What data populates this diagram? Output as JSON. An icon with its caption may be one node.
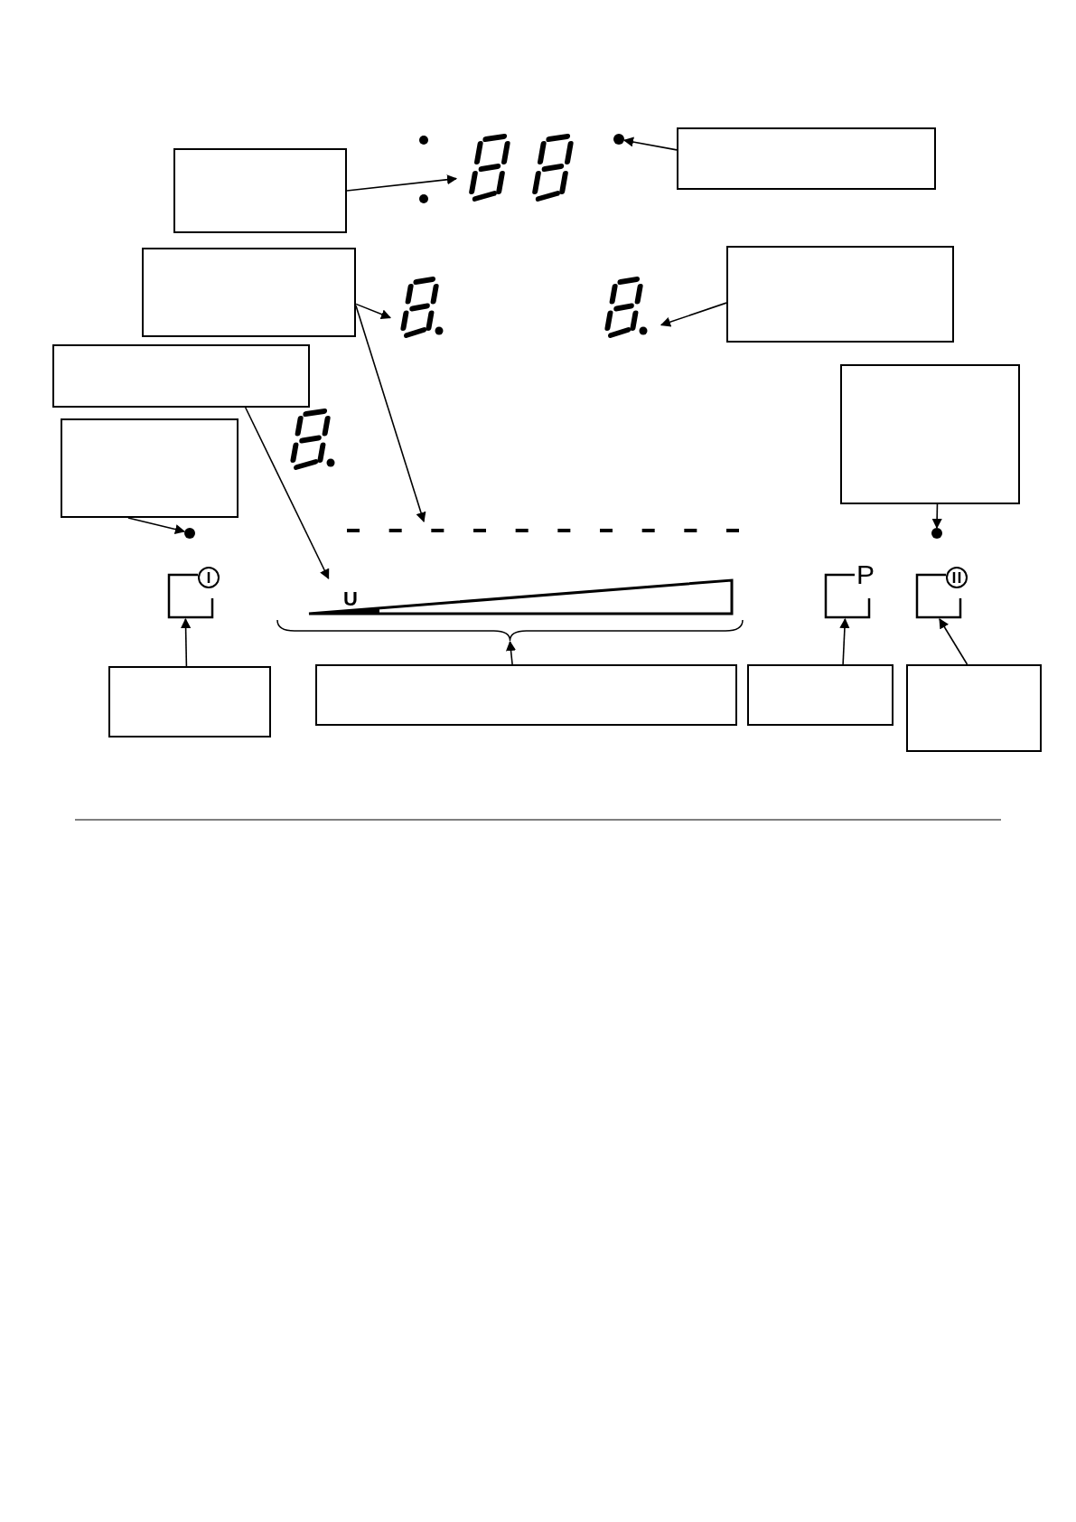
{
  "diagram": {
    "nodes": [
      {
        "text": [],
        "shape": "display"
      },
      {
        "text": [],
        "shape": "circle"
      },
      {
        "text": [],
        "shape": "box"
      },
      {
        "text": [],
        "shape": "box"
      },
      {
        "text": [],
        "shape": "box"
      },
      {
        "text": [],
        "shape": "box"
      },
      {
        "text": [],
        "shape": "display"
      },
      {
        "text": [],
        "shape": "display"
      },
      {
        "text": [],
        "shape": "box"
      },
      {
        "text": [],
        "shape": "box"
      },
      {
        "text": [],
        "shape": "box"
      },
      {
        "text": [],
        "shape": "line"
      },
      {
        "text": [],
        "shape": "circle"
      },
      {
        "text": [],
        "shape": "circle"
      },
      {
        "text": [],
        "shape": "button"
      },
      {
        "text": [],
        "shape": "triangle"
      },
      {
        "text": [],
        "shape": "brace"
      },
      {
        "text": [
          "P"
        ]
      },
      {
        "text": [],
        "shape": "button"
      },
      {
        "text": [],
        "shape": "box"
      },
      {
        "text": [],
        "shape": "box"
      },
      {
        "text": [],
        "shape": "box"
      },
      {
        "text": [],
        "shape": "box"
      }
    ],
    "edges": [
      {
        "from": 3,
        "to": 0,
        "arrow": "to"
      },
      {
        "from": 2,
        "to": 1,
        "arrow": "to"
      },
      {
        "from": 4,
        "to": 6,
        "arrow": "to"
      },
      {
        "from": 4,
        "to": 11,
        "arrow": "to"
      },
      {
        "from": 5,
        "to": 7,
        "arrow": "to"
      },
      {
        "from": 8,
        "to": 15,
        "arrow": "to"
      },
      {
        "from": 10,
        "to": 12,
        "arrow": "to"
      },
      {
        "from": 9,
        "to": 13,
        "arrow": "to"
      },
      {
        "from": 19,
        "to": 14,
        "arrow": "to"
      },
      {
        "from": 20,
        "to": 16,
        "arrow": "to"
      },
      {
        "from": 21,
        "to": 17,
        "arrow": "to"
      },
      {
        "from": 22,
        "to": 18,
        "arrow": "to"
      }
    ],
    "labels": [
      "U"
    ]
  }
}
